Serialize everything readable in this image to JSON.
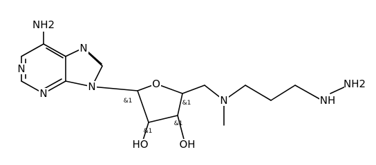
{
  "molecule": {
    "atoms": {
      "nh2_top": "NH2",
      "n1": "N",
      "n3": "N",
      "n7": "N",
      "n9": "N",
      "o_ring": "O",
      "n_amine": "N",
      "nh_hydrazine": "NH",
      "nh2_end": "NH2",
      "oh_left": "HO",
      "oh_right": "OH"
    },
    "stereo_labels": {
      "c1": "&1",
      "c4": "&1",
      "c2": "&1",
      "c3": "&1"
    }
  }
}
